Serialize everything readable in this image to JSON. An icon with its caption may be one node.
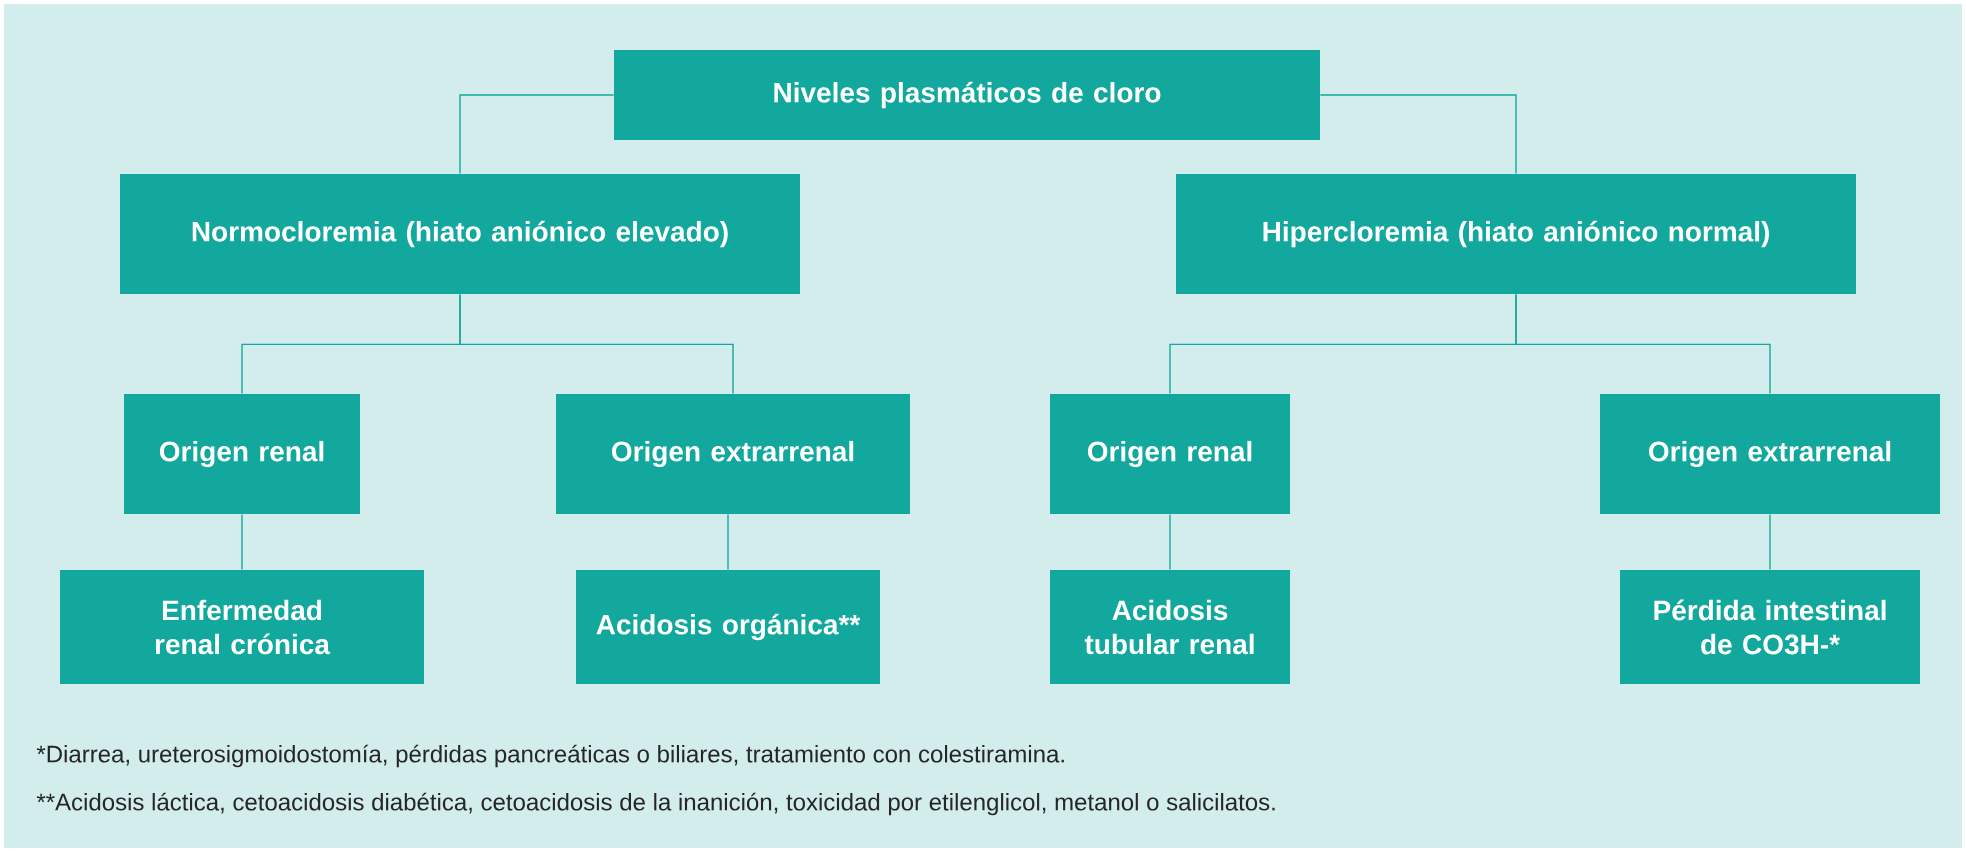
{
  "diagram": {
    "nodes": [
      {
        "text": [
          "Niveles plasmáticos de cloro"
        ]
      },
      {
        "text": [
          "Normocloremia (hiato aniónico elevado)"
        ]
      },
      {
        "text": [
          "Hipercloremia (hiato aniónico normal)"
        ]
      },
      {
        "text": [
          "Origen renal"
        ]
      },
      {
        "text": [
          "Origen extrarrenal"
        ]
      },
      {
        "text": [
          "Origen renal"
        ]
      },
      {
        "text": [
          "Origen extrarrenal"
        ]
      },
      {
        "text": [
          "Enfermedad renal crónica"
        ]
      },
      {
        "text": [
          "Acidosis orgánica**"
        ]
      },
      {
        "text": [
          "Acidosis tubular renal"
        ]
      },
      {
        "text": [
          "Pérdida intestinal de CO3H-*"
        ]
      }
    ],
    "edges": [
      {
        "from": 0,
        "to": 1,
        "arrow": "none"
      },
      {
        "from": 0,
        "to": 2,
        "arrow": "none"
      },
      {
        "from": 1,
        "to": 3,
        "arrow": "none"
      },
      {
        "from": 1,
        "to": 4,
        "arrow": "none"
      },
      {
        "from": 2,
        "to": 5,
        "arrow": "none"
      },
      {
        "from": 2,
        "to": 6,
        "arrow": "none"
      },
      {
        "from": 3,
        "to": 7,
        "arrow": "none"
      },
      {
        "from": 4,
        "to": 8,
        "arrow": "none"
      },
      {
        "from": 5,
        "to": 9,
        "arrow": "none"
      },
      {
        "from": 6,
        "to": 10,
        "arrow": "none"
      }
    ],
    "labels": [
      "*Diarrea, ureterosigmoidostomía, pérdidas pancreáticas o biliares, tratamiento con colestiramina.",
      "**Acidosis láctica, cetoacidosis diabética, cetoacidosis de la inanición, toxicidad por etilenglicol, metanol o salicilatos."
    ]
  }
}
